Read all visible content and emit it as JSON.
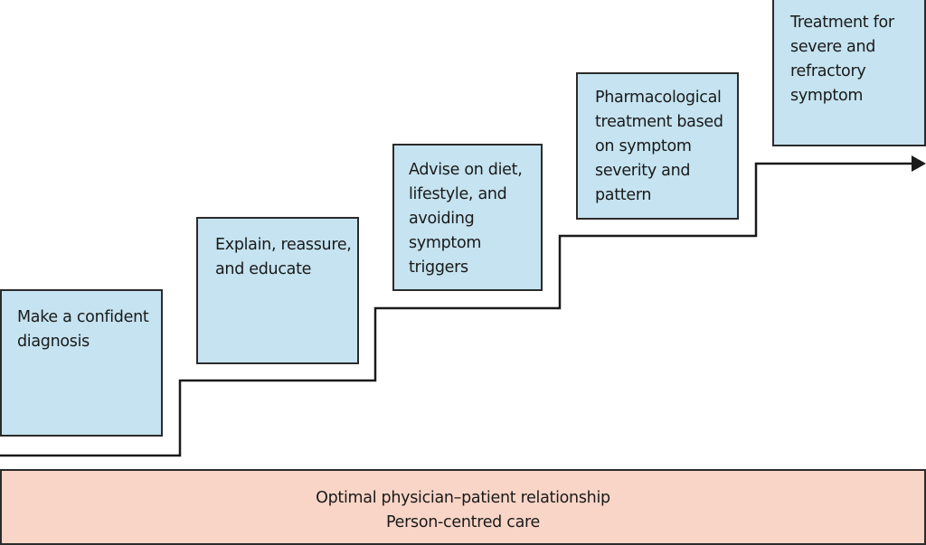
{
  "colors": {
    "step_box_fill": "#c5e3f0",
    "foundation_fill": "#f9d5c7",
    "line": "#1a1a1a"
  },
  "steps": [
    {
      "text": "Make a confident\ndiagnosis"
    },
    {
      "text": "Explain, reassure,\nand educate"
    },
    {
      "text": "Advise on diet,\nlifestyle, and\navoiding\nsymptom\ntriggers"
    },
    {
      "text": "Pharmacological\ntreatment based\non symptom\nseverity and\npattern"
    },
    {
      "text": "Treatment for\nsevere and\nrefractory\nsymptom"
    }
  ],
  "foundation": {
    "line1": "Optimal physician–patient relationship",
    "line2": "Person-centred care"
  }
}
